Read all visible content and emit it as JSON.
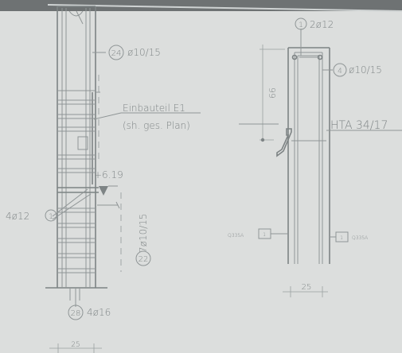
{
  "left_detail": {
    "bar_24": {
      "id": "24",
      "spec": "ø10/15"
    },
    "embedded_part_title": "Einbauteil E1",
    "embedded_part_note": "(sh. ges. Plan)",
    "level": "+6.19",
    "bar_1": {
      "id": "1",
      "spec": "4ø12"
    },
    "bar_22": {
      "id": "22",
      "spec": "7ø10/15"
    },
    "bar_28": {
      "id": "28",
      "spec": "4ø16"
    },
    "width_dim": "25"
  },
  "right_detail": {
    "bar_1": {
      "id": "1",
      "spec": "2ø12"
    },
    "bar_4": {
      "id": "4",
      "spec": "ø10/15"
    },
    "height_dim": "66",
    "anchor_label": "HTA 34/17",
    "mesh_left": {
      "code": "Q335A",
      "count": "1"
    },
    "mesh_right": {
      "count": "1",
      "code": "Q335A"
    },
    "width_dim": "25"
  }
}
